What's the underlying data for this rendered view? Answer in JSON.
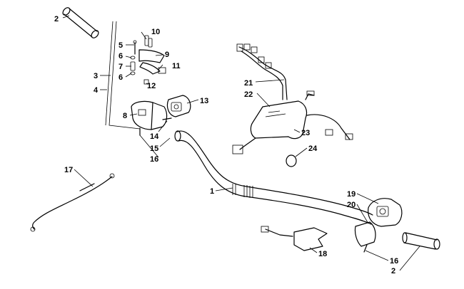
{
  "diagram": {
    "callouts": [
      {
        "id": "c2a",
        "text": "2"
      },
      {
        "id": "c10",
        "text": "10"
      },
      {
        "id": "c5",
        "text": "5"
      },
      {
        "id": "c9",
        "text": "9"
      },
      {
        "id": "c6a",
        "text": "6"
      },
      {
        "id": "c7",
        "text": "7"
      },
      {
        "id": "c11",
        "text": "11"
      },
      {
        "id": "c3",
        "text": "3"
      },
      {
        "id": "c6b",
        "text": "6"
      },
      {
        "id": "c12",
        "text": "12"
      },
      {
        "id": "c4",
        "text": "4"
      },
      {
        "id": "c13",
        "text": "13"
      },
      {
        "id": "c8",
        "text": "8"
      },
      {
        "id": "c14",
        "text": "14"
      },
      {
        "id": "c15",
        "text": "15"
      },
      {
        "id": "c16a",
        "text": "16"
      },
      {
        "id": "c21",
        "text": "21"
      },
      {
        "id": "c22",
        "text": "22"
      },
      {
        "id": "c23",
        "text": "23"
      },
      {
        "id": "c24",
        "text": "24"
      },
      {
        "id": "c17",
        "text": "17"
      },
      {
        "id": "c1",
        "text": "1"
      },
      {
        "id": "c19",
        "text": "19"
      },
      {
        "id": "c20",
        "text": "20"
      },
      {
        "id": "c18",
        "text": "18"
      },
      {
        "id": "c16b",
        "text": "16"
      },
      {
        "id": "c2b",
        "text": "2"
      }
    ]
  }
}
